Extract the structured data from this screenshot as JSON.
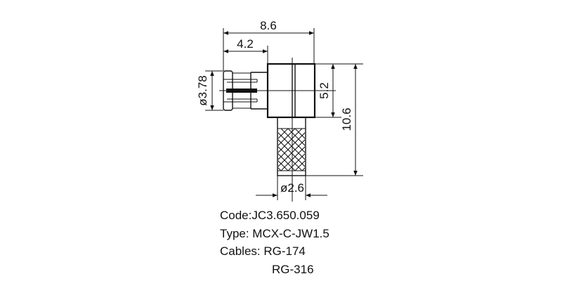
{
  "dimensions": {
    "overall_length": "8.6",
    "connector_length": "4.2",
    "connector_diameter": "ø3.78",
    "body_height": "5.2",
    "total_height": "10.6",
    "cable_diameter": "ø2.6"
  },
  "specs": {
    "code": "Code:JC3.650.059",
    "type": "Type: MCX-C-JW1.5",
    "cables_label": "Cables: RG-174",
    "cables_extra": "RG-316"
  },
  "colors": {
    "line": "#111111",
    "background": "#ffffff"
  }
}
